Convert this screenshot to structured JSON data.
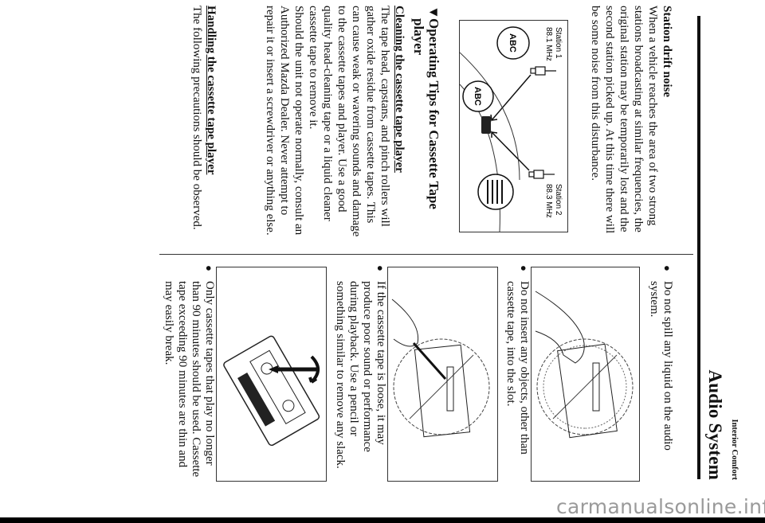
{
  "header": {
    "section": "Interior Comfort",
    "title": "Audio System"
  },
  "left": {
    "drift": {
      "heading": "Station drift noise",
      "body": "When a vehicle reaches the area of two strong stations broadcasting at similar frequencies, the original station may be temporarily lost and the second station picked up. At this time there will be some noise from this disturbance.",
      "figure": {
        "station1": "Station 1",
        "freq1": "88.1 MHz",
        "station2": "Station 2",
        "freq2": "88.3 MHz",
        "bubble1": "ABC",
        "bubble2": "ABC"
      }
    },
    "tips_heading": "Operating Tips for Cassette Tape player",
    "tips_marker": "▼",
    "cleaning": {
      "heading": "Cleaning the cassette tape player",
      "body1": "The tape head, capstans, and pinch rollers will gather oxide residue from cassette tapes. This can cause weak or wavering sounds and damage to the cassette tapes and player. Use a good quality head-cleaning tape or a liquid cleaner cassette tape to remove it.",
      "body2": "Should the unit not operate normally, consult an Authorized Mazda Dealer. Never attempt to repair it or insert a screwdriver or anything else."
    },
    "handling": {
      "heading": "Handling the cassette tape player",
      "body": "The following precautions should be observed."
    }
  },
  "right": {
    "bullet_symbol": "●",
    "bullets": [
      "Do not spill any liquid on the audio system.",
      "Do not insert any objects, other than cassette tape, into the slot.",
      "If the cassette tape is loose, it may produce poor sound or performance during playback. Use a pencil or something similar to remove any slack.",
      "Only cassette tapes that play no longer than 90 minutes should be used. Cassette tape exceeding 90 minutes are thin and may easily break."
    ]
  },
  "watermark": "carmanualsonline.info"
}
